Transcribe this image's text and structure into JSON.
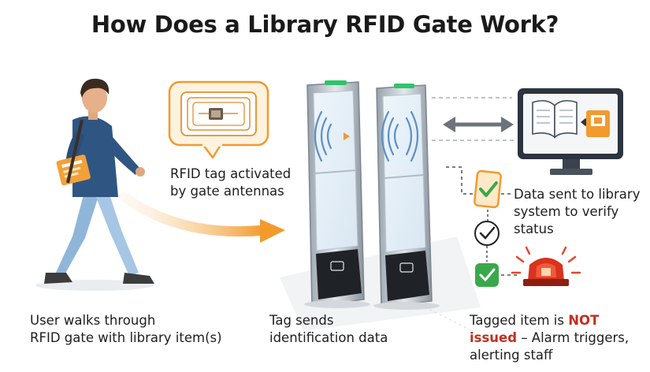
{
  "title": "How Does a Library RFID Gate Work?",
  "steps": {
    "walk": {
      "line1": "User walks through",
      "line2": "RFID gate with library item(s)"
    },
    "tag": {
      "line1": "RFID tag activated",
      "line2": "by gate antennas"
    },
    "send": {
      "line1": "Tag sends",
      "line2": "identification data"
    },
    "system": {
      "line1": "Data sent to library",
      "line2": "system to verify",
      "line3": "status"
    },
    "alarm": {
      "line1_prefix": "Tagged item is ",
      "not_word": "NOT",
      "issued_word": "issued",
      "line2_rest": " – Alarm triggers,",
      "line3": "alerting staff"
    }
  },
  "colors": {
    "accent_orange": "#f29a2e",
    "check_green": "#3aa84a",
    "gate_green": "#2fc46a",
    "alarm_red": "#d8331f",
    "emphasis_red": "#c0301f",
    "monitor_dark": "#2d3440"
  },
  "icons": [
    "person-walking-icon",
    "rfid-tag-icon",
    "gate-panel-icon",
    "computer-monitor-icon",
    "book-icon",
    "checkmark-icon",
    "alarm-light-icon",
    "double-arrow-icon"
  ]
}
